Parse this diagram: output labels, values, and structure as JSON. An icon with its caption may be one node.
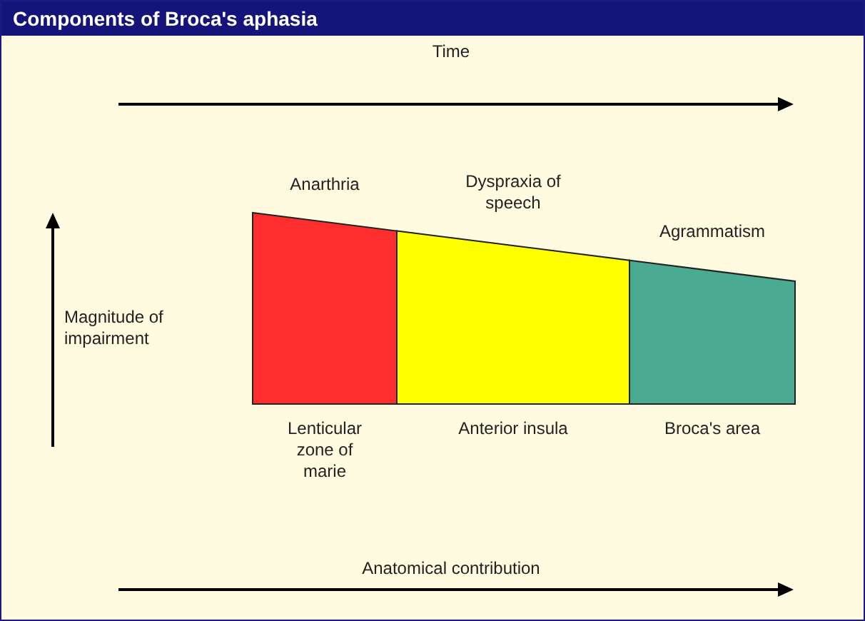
{
  "diagram": {
    "title": "Components of Broca's aphasia",
    "nodes": [
      {
        "text": [
          "Anarthria",
          "Lenticular zone of marie"
        ]
      },
      {
        "text": [
          "Dyspraxia of speech",
          "Anterior insula"
        ]
      },
      {
        "text": [
          "Agrammatism",
          "Broca's area"
        ]
      }
    ],
    "labels": [
      "Time",
      "Magnitude of impairment",
      "Anatomical contribution"
    ]
  }
}
